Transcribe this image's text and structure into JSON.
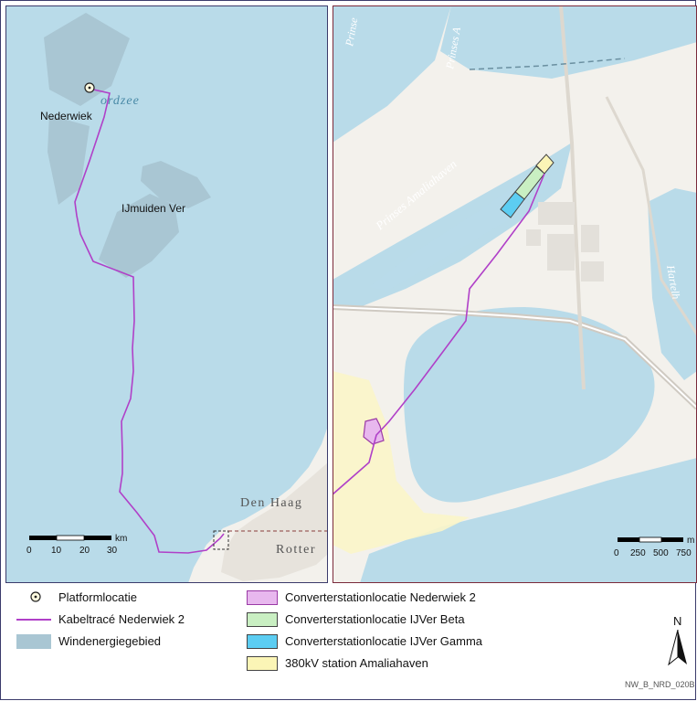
{
  "left_map": {
    "sea_label": "Noordzee",
    "sea_label_visible": "ordzee",
    "platform_label": "Nederwiek",
    "wind_area_label": "IJmuiden Ver",
    "city_den_haag": "Den Haag",
    "city_rotterdam": "Rotter",
    "scale_bar": {
      "unit": "km",
      "ticks": [
        "0",
        "10",
        "20",
        "30"
      ]
    }
  },
  "right_map": {
    "harbour_1": "Prinses Amaliahaven",
    "harbour_2": "Prinses A",
    "harbour_3": "Prinse",
    "harbour_4": "Hartelh",
    "scale_bar": {
      "unit": "m",
      "ticks": [
        "0",
        "250",
        "500",
        "750"
      ]
    }
  },
  "legend": {
    "items_left": [
      {
        "label": "Platformlocatie",
        "icon": "platform-point-icon"
      },
      {
        "label": "Kabeltracé Nederwiek 2",
        "icon": "cable-line-icon",
        "color": "#b040c8"
      },
      {
        "label": "Windenergiegebied",
        "icon": "wind-area-swatch",
        "color": "#a9c6d3"
      }
    ],
    "items_right": [
      {
        "label": "Converterstationlocatie Nederwiek 2",
        "color": "#e8b8ee",
        "border": "#9b3aa6"
      },
      {
        "label": "Converterstationlocatie IJVer Beta",
        "color": "#c9efc2",
        "border": "#444444"
      },
      {
        "label": "Converterstationlocatie IJVer Gamma",
        "color": "#5ccdf2",
        "border": "#444444"
      },
      {
        "label": "380kV station Amaliahaven",
        "color": "#fbf5b6",
        "border": "#444444"
      }
    ],
    "north_label": "N",
    "map_code": "NW_B_NRD_020B"
  },
  "colors": {
    "sea": "#b9dbe9",
    "land": "#f3f1ec",
    "cable": "#b040c8",
    "wind_area": "#a9c6d3"
  }
}
